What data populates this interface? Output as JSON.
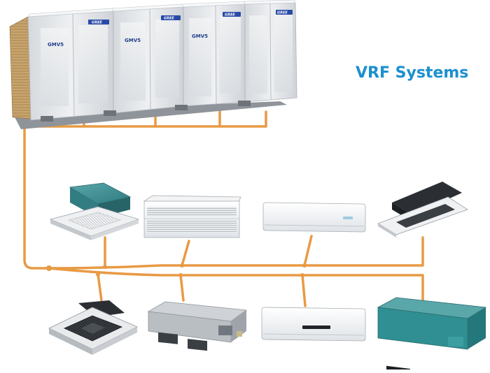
{
  "diagram": {
    "title": "VRF Systems",
    "colors": {
      "title": "#1c8fcf",
      "pipe": "#e89a45",
      "unit_body": "#e4e7ea",
      "unit_shadow": "#c9cdd2",
      "badge": "#2a4aa8",
      "cassette_teal": "#3f8b8f",
      "duct_teal": "#2f8f92",
      "grille_dark": "#2b2f33"
    },
    "outdoor_unit": {
      "modules": [
        {
          "brand": "GREE",
          "series": "GMV5"
        },
        {
          "brand": "GREE",
          "series": "GMV5"
        },
        {
          "brand": "GREE",
          "series": "GMV5"
        },
        {
          "brand": "GREE",
          "series": ""
        }
      ]
    },
    "indoor_units_top": [
      {
        "icon": "four-way-cassette-teal-icon"
      },
      {
        "icon": "ceiling-floor-unit-icon"
      },
      {
        "icon": "wall-mounted-split-icon"
      },
      {
        "icon": "one-way-cassette-dark-icon"
      }
    ],
    "indoor_units_bottom": [
      {
        "icon": "four-way-cassette-dark-icon"
      },
      {
        "icon": "ducted-unit-grey-icon"
      },
      {
        "icon": "wall-mounted-split-display-icon"
      },
      {
        "icon": "ducted-unit-teal-icon"
      }
    ]
  }
}
